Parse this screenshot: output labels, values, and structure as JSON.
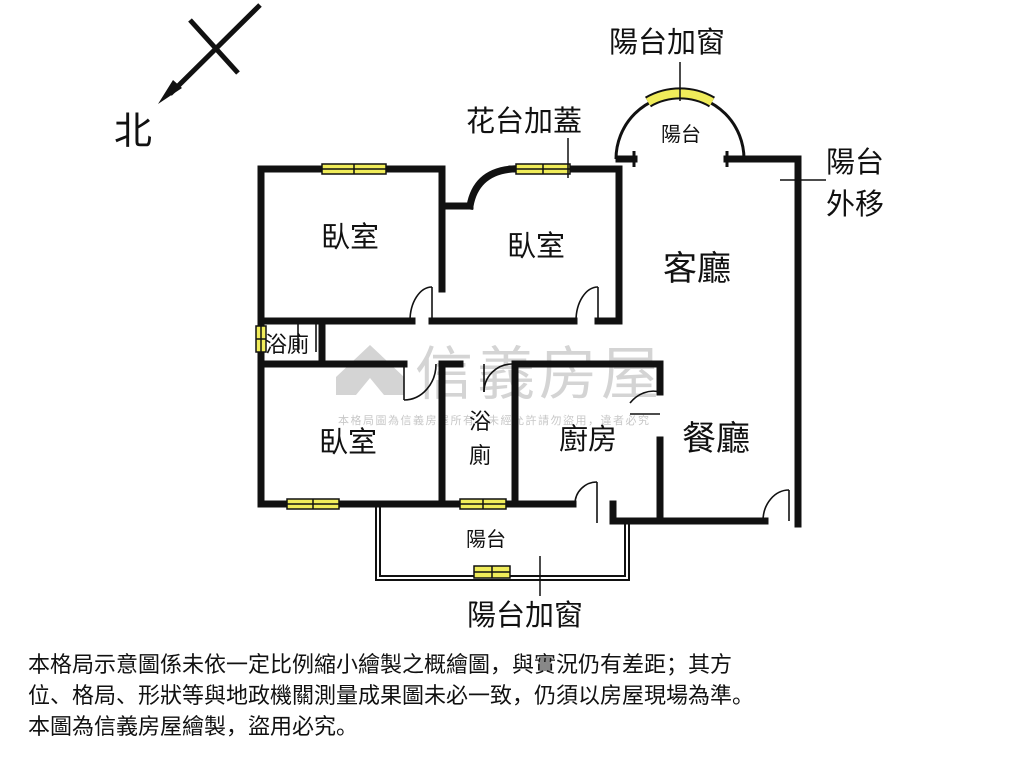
{
  "compass": {
    "north_label": "北"
  },
  "rooms": {
    "bedroom_top_left": "臥室",
    "bedroom_top_middle": "臥室",
    "bedroom_bottom_left": "臥室",
    "living_room": "客廳",
    "dining_room": "餐廳",
    "kitchen": "廚房",
    "bathroom_left": "浴廁",
    "bathroom_middle_line1": "浴",
    "bathroom_middle_line2": "廁",
    "balcony_top": "陽台",
    "balcony_bottom": "陽台"
  },
  "annotations": {
    "top_balcony_window": "陽台加窗",
    "planter_cover": "花台加蓋",
    "balcony_moved_line1": "陽台",
    "balcony_moved_line2": "外移",
    "bottom_balcony_window": "陽台加窗"
  },
  "watermark": {
    "brand": "信義房屋",
    "notice": "本格局圖為信義房屋所有，未經允許請勿盜用，違者必究"
  },
  "disclaimer": [
    "本格局示意圖係未依一定比例縮小繪製之概繪圖，與實況仍有差距；其方",
    "位、格局、形狀等與地政機關測量成果圖未必一致，仍須以房屋現場為準。",
    "本圖為信義房屋繪製，盜用必究。"
  ],
  "colors": {
    "wall": "#111111",
    "window_fill": "#f0ec5a",
    "watermark": "#d4d4d4"
  }
}
